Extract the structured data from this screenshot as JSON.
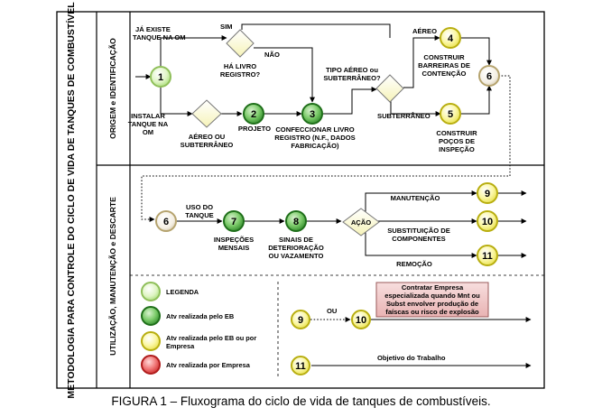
{
  "main_title": "METODOLOGIA PARA CONTROLE DO CICLO DE VIDA DE TANQUES DE COMBUSTÍVEL",
  "sections": {
    "origin": "ORIGEM e IDENTIFICAÇÃO",
    "use": "UTILIZAÇÃO, MANUTENÇÃO e DESCARTE"
  },
  "nodes": {
    "n1": "1",
    "n2": "2",
    "n3": "3",
    "n4": "4",
    "n5": "5",
    "n6a": "6",
    "n6b": "6",
    "n7": "7",
    "n8": "8",
    "n9a": "9",
    "n10a": "10",
    "n11a": "11",
    "n9b": "9",
    "n10b": "10",
    "n11b": "11"
  },
  "labels": {
    "ja_existe_1": "JÁ EXISTE",
    "ja_existe_2": "TANQUE NA OM",
    "sim": "SIM",
    "nao": "NÃO",
    "livro_1": "HÁ LIVRO",
    "livro_2": "REGISTRO?",
    "instalar_1": "INSTALAR",
    "instalar_2": "TANQUE NA",
    "instalar_3": "OM",
    "aereo_sub_1": "AÉREO OU",
    "aereo_sub_2": "SUBTERRÂNEO",
    "projeto": "PROJETO",
    "confec_1": "CONFECCIONAR LIVRO",
    "confec_2": "REGISTRO (N.F., DADOS",
    "confec_3": "FABRICAÇÃO)",
    "tipo_1": "TIPO AÉREO ou",
    "tipo_2": "SUBTERRÂNEO?",
    "aereo": "AÉREO",
    "subterraneo": "SUBTERRÂNEO",
    "barreiras_1": "CONSTRUIR",
    "barreiras_2": "BARREIRAS DE",
    "barreiras_3": "CONTENÇÃO",
    "pocos_1": "CONSTRUIR",
    "pocos_2": "POÇOS DE",
    "pocos_3": "INSPEÇÃO",
    "uso_1": "USO DO",
    "uso_2": "TANQUE",
    "insp_1": "INSPEÇÕES",
    "insp_2": "MENSAIS",
    "sinais_1": "SINAIS DE",
    "sinais_2": "DETERIORAÇÃO",
    "sinais_3": "OU VAZAMENTO",
    "acao": "AÇÃO",
    "manutencao": "MANUTENÇÃO",
    "subst_1": "SUBSTITUIÇÃO DE",
    "subst_2": "COMPONENTES",
    "remocao": "REMOÇÃO",
    "ou": "OU",
    "contratar_1": "Contratar Empresa",
    "contratar_2": "especializada quando  Mnt ou",
    "contratar_3": "Subst envolver produção de",
    "contratar_4": "faíscas ou risco de explosão",
    "objetivo": "Objetivo do Trabalho"
  },
  "legend": {
    "title": "LEGENDA",
    "eb": "Atv realizada pelo EB",
    "eb_ou_empresa_1": "Atv realizada pelo EB ou por",
    "eb_ou_empresa_2": "Empresa",
    "empresa": "Atv realizada por Empresa"
  },
  "caption": "FIGURA 1 – Fluxograma do ciclo de vida de tanques de combustíveis."
}
